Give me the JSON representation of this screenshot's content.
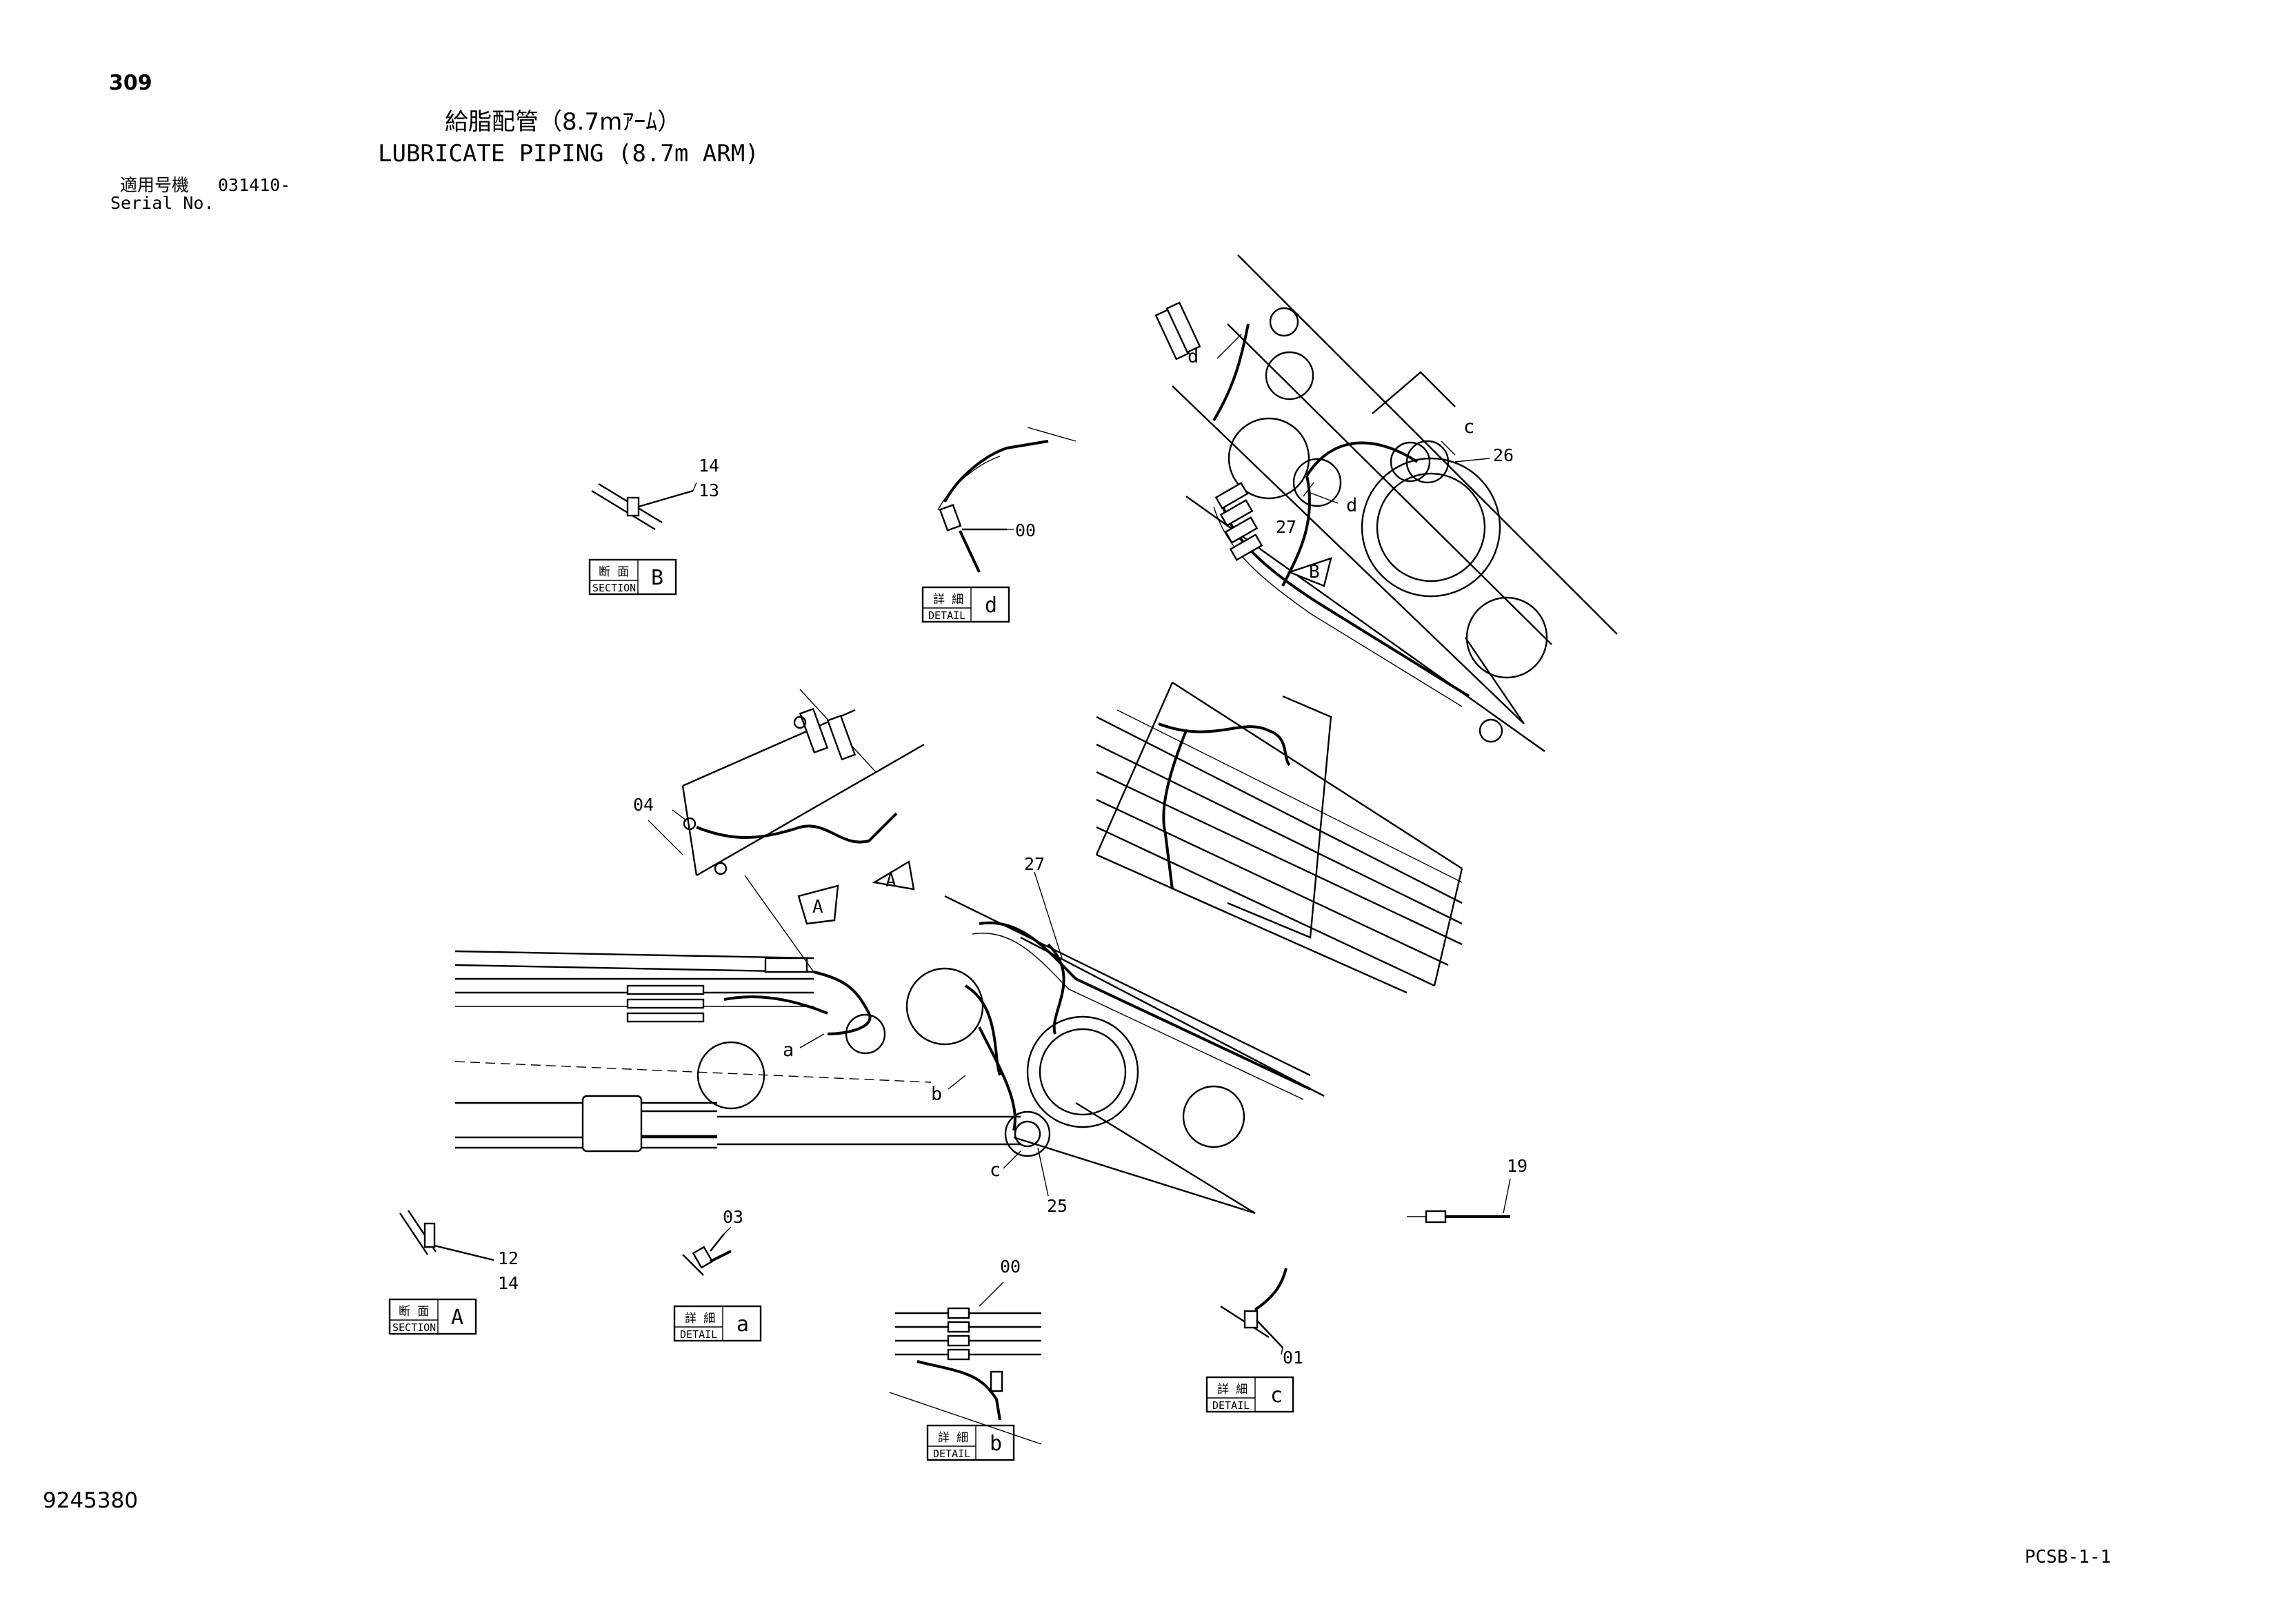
{
  "header": {
    "page_number": "309",
    "title_jp": "給脂配管（8.7mｱｰﾑ）",
    "title_en": "LUBRICATE PIPING (8.7m ARM)",
    "serial_label_jp": "適用号機",
    "serial_value": "031410-",
    "serial_label_en": "Serial No."
  },
  "footer": {
    "drawing_number": "9245380",
    "page_code": "PCSB-1-1"
  },
  "detail_boxes": [
    {
      "id": "section-b",
      "jp": "断 面",
      "en": "SECTION",
      "letter": "B"
    },
    {
      "id": "detail-d",
      "jp": "詳 細",
      "en": "DETAIL",
      "letter": "d"
    },
    {
      "id": "section-a",
      "jp": "断 面",
      "en": "SECTION",
      "letter": "A"
    },
    {
      "id": "detail-a",
      "jp": "詳 細",
      "en": "DETAIL",
      "letter": "a"
    },
    {
      "id": "detail-b",
      "jp": "詳 細",
      "en": "DETAIL",
      "letter": "b"
    },
    {
      "id": "detail-c",
      "jp": "詳 細",
      "en": "DETAIL",
      "letter": "c"
    }
  ],
  "part_callouts": [
    "14",
    "13",
    "00",
    "26",
    "27",
    "04",
    "27",
    "25",
    "19",
    "12",
    "14",
    "03",
    "00",
    "01"
  ],
  "view_letters": [
    "d",
    "c",
    "d",
    "a",
    "b",
    "c"
  ],
  "view_arrows": [
    "B",
    "A",
    "A"
  ]
}
